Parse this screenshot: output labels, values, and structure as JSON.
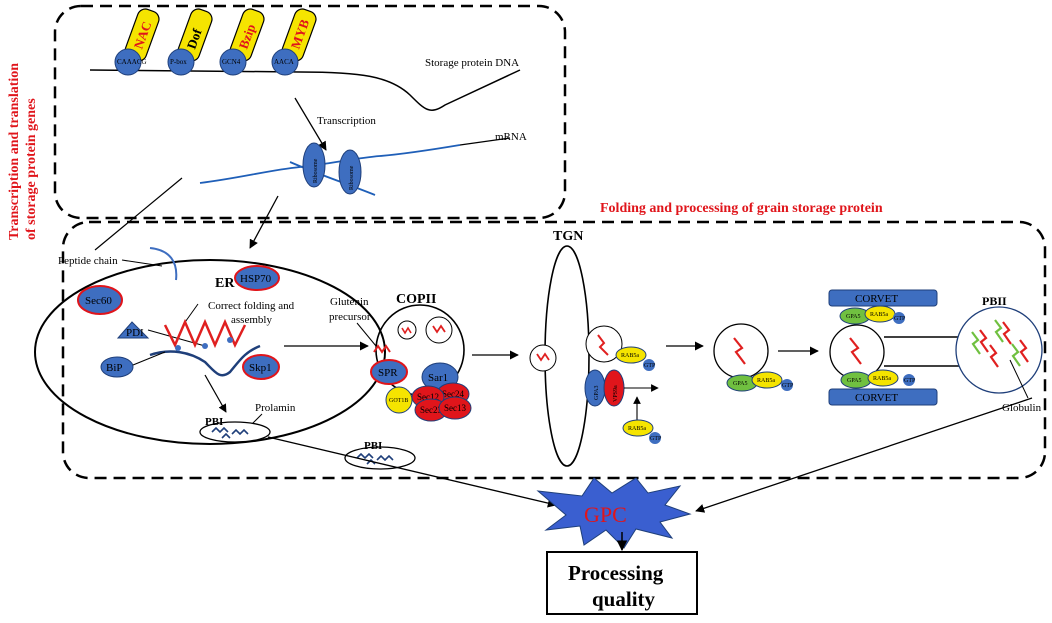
{
  "sections": {
    "transcription_title_line1": "Transcription and translation",
    "transcription_title_line2": "of  storage protein genes",
    "folding_title": "Folding and processing of grain storage protein"
  },
  "transcription_factors": [
    {
      "label": "NAC",
      "motif": "CAAACG",
      "color": "#f5e400",
      "text_color": "#e0151b"
    },
    {
      "label": "Dof",
      "motif": "P-box",
      "color": "#f5e400",
      "text_color": "#000000"
    },
    {
      "label": "Bzip",
      "motif": "GCN4",
      "color": "#f5e400",
      "text_color": "#e0151b"
    },
    {
      "label": "MYB",
      "motif": "AACA",
      "color": "#f5e400",
      "text_color": "#e0151b"
    }
  ],
  "labels": {
    "storage_dna": "Storage protein DNA",
    "transcription": "Transcription",
    "mrna": "mRNA",
    "ribosome": "Ribosome",
    "peptide_chain": "Peptide chain",
    "er": "ER",
    "sec60": "Sec60",
    "hsp70": "HSP70",
    "correct_folding_line1": "Correct folding and",
    "correct_folding_line2": "assembly",
    "pdi": "PDI",
    "bip": "BiP",
    "skp1": "Skp1",
    "prolamin": "Prolamin",
    "pbi": "PBI",
    "glutenin_line1": "Glutenin",
    "glutenin_line2": "precursor",
    "copii": "COPII",
    "spr": "SPR",
    "sar1": "Sar1",
    "got1b": "GOT1B",
    "sec12": "Sec12",
    "sec23": "Sec23",
    "sec24": "Sec24",
    "sec13": "Sec13",
    "tgn": "TGN",
    "gpa3": "GPA3",
    "vps9a": "VPS9a",
    "rab5a": "RAB5a",
    "gtp": "GTP",
    "gpa5": "GPA5",
    "corvet": "CORVET",
    "pbii": "PBII",
    "globulin": "Globulin",
    "gpc": "GPC",
    "processing_line1": "Processing",
    "processing_line2": "quality"
  },
  "colors": {
    "accent_red": "#e0151b",
    "factor_yellow": "#f5e400",
    "protein_blue": "#3e6ec0",
    "dark_blue": "#1f3f7a",
    "green": "#70c040",
    "red_protein": "#e02020",
    "gpc_fill": "#3a5fd0"
  }
}
